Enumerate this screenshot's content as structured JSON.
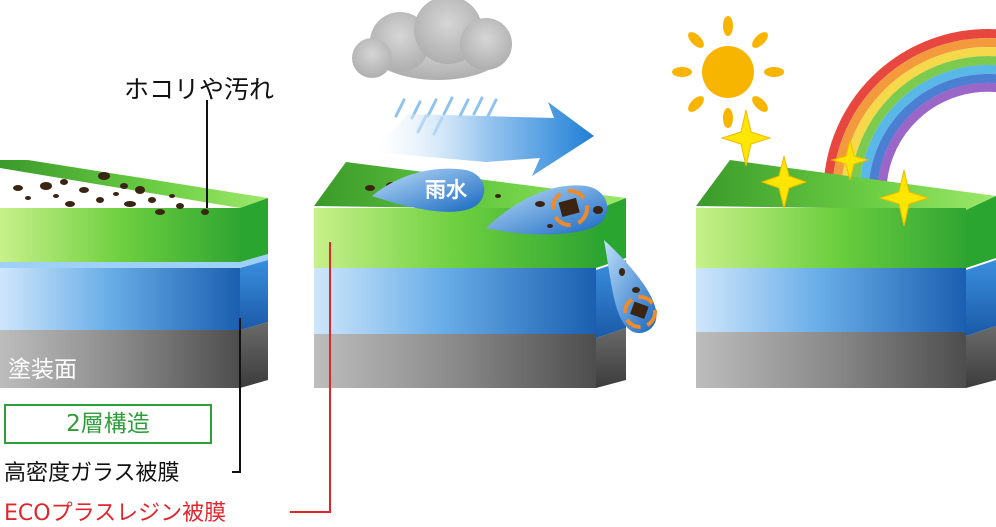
{
  "labels": {
    "dust": "ホコリや汚れ",
    "base_surface": "塗装面",
    "structure": "2層構造",
    "glass_film": "高密度ガラス被膜",
    "eco_film": "ECOプラスレジン被膜",
    "rain": "雨水"
  },
  "colors": {
    "green_layer": "#5cc23a",
    "blue_layer": "#2f86d6",
    "gray_base": "#7a7a7a",
    "eco_red": "#e0262d",
    "structure_green": "#2e9e3a",
    "sun": "#f7b500"
  },
  "icons": [
    "cloud-icon",
    "rain-arrow-icon",
    "sun-icon",
    "rainbow-icon",
    "sparkle-icon",
    "water-drop-icon"
  ]
}
